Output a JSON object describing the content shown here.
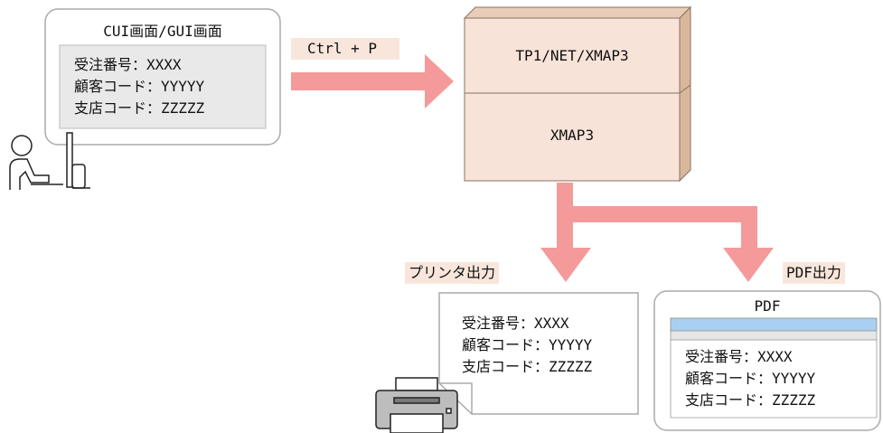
{
  "screen_window": {
    "title": "CUI画面/GUI画面",
    "fields": [
      "受注番号：XXXX",
      "顧客コード：YYYYY",
      "支店コード：ZZZZZ"
    ]
  },
  "keyboard_shortcut": "Ctrl + P",
  "system_box": {
    "upper_label": "TP1/NET/XMAP3",
    "lower_label": "XMAP3"
  },
  "printer_output": {
    "label": "プリンタ出力",
    "fields": [
      "受注番号：XXXX",
      "顧客コード：YYYYY",
      "支店コード：ZZZZZ"
    ]
  },
  "pdf_output": {
    "label": "PDF出力",
    "title": "PDF",
    "fields": [
      "受注番号：XXXX",
      "顧客コード：YYYYY",
      "支店コード：ZZZZZ"
    ]
  },
  "colors": {
    "arrow": "#f49a9a",
    "label_bg": "#f8e6dc",
    "box_face": "#f8e3d8",
    "box_side": "#d9b79a",
    "window_border": "#aaaaaa",
    "field_panel": "#e9e9e9",
    "pdf_bar": "#a9d1ef"
  }
}
